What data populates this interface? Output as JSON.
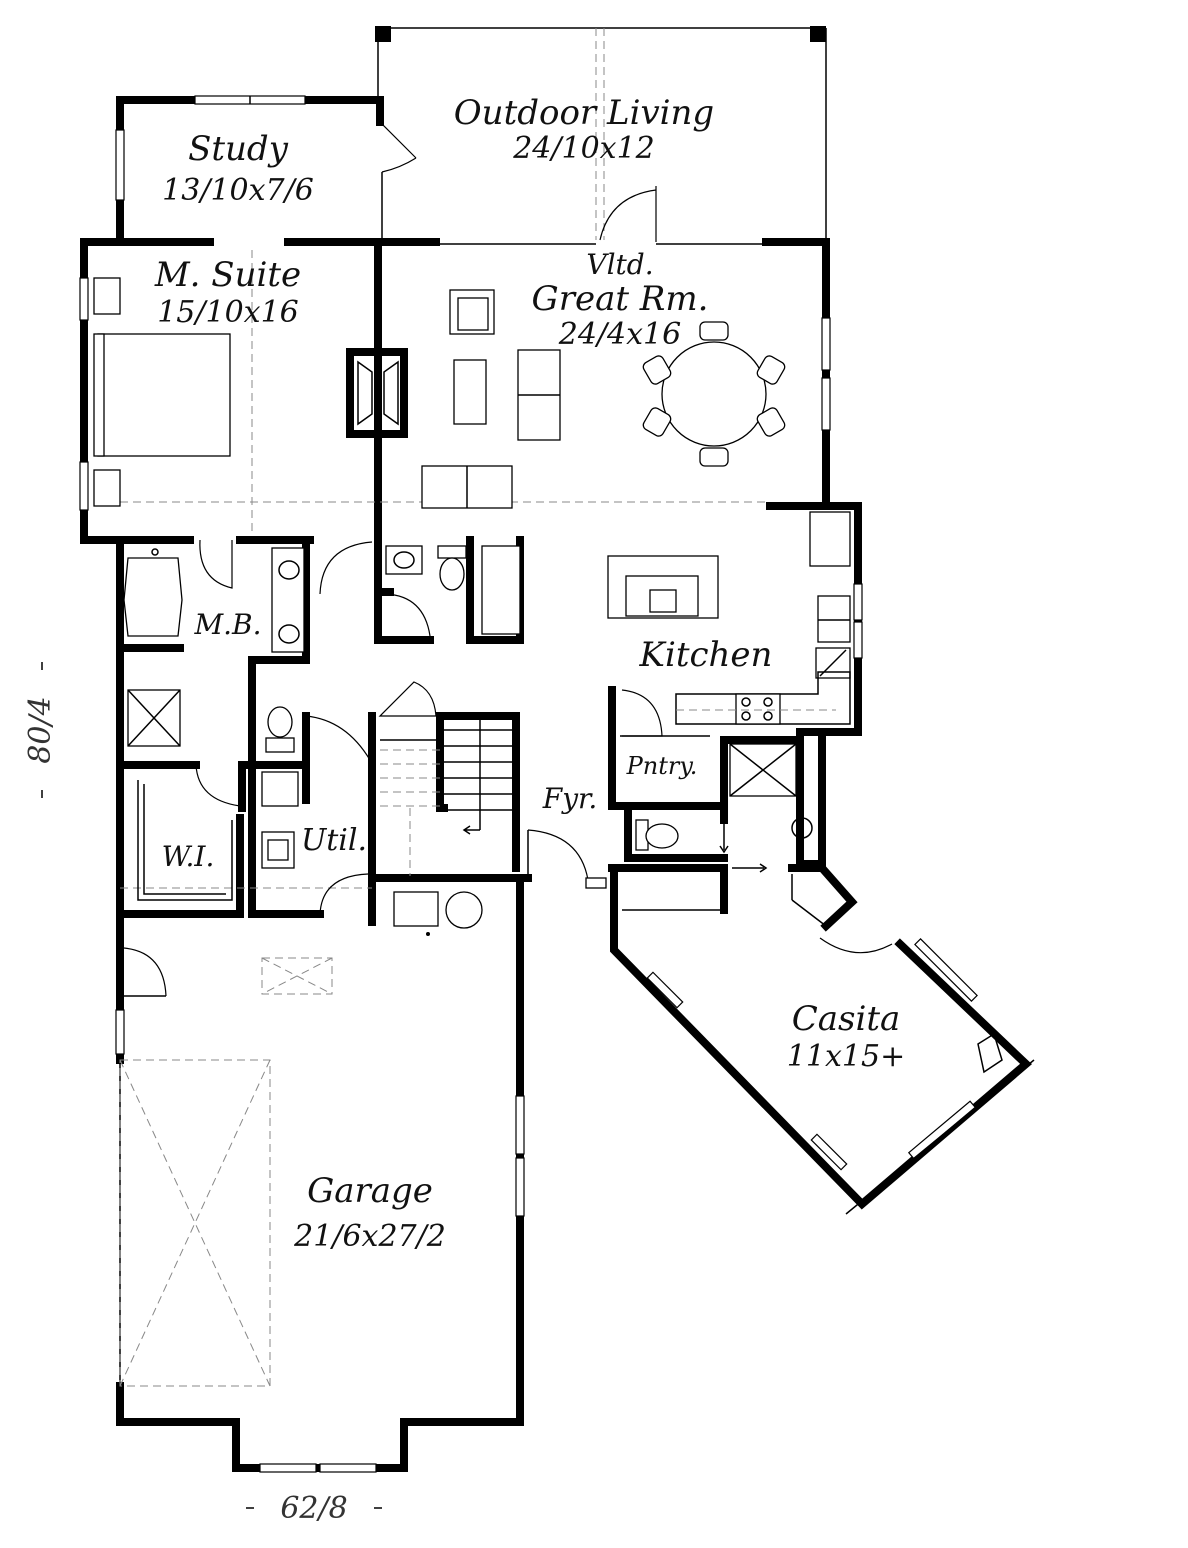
{
  "rooms": {
    "outdoor_living": {
      "name": "Outdoor Living",
      "size": "24/10x12"
    },
    "study": {
      "name": "Study",
      "size": "13/10x7/6"
    },
    "master_suite": {
      "name": "M. Suite",
      "size": "15/10x16"
    },
    "great_room": {
      "prefix": "Vltd.",
      "name": "Great Rm.",
      "size": "24/4x16"
    },
    "master_bath": {
      "name": "M.B."
    },
    "kitchen": {
      "name": "Kitchen"
    },
    "pantry": {
      "name": "Pntry."
    },
    "foyer": {
      "name": "Fyr."
    },
    "utility": {
      "name": "Util."
    },
    "walk_in": {
      "name": "W.I."
    },
    "casita": {
      "name": "Casita",
      "size": "11x15+"
    },
    "garage": {
      "name": "Garage",
      "size": "21/6x27/2"
    }
  },
  "dimensions": {
    "depth": "80/4",
    "width": "62/8"
  }
}
